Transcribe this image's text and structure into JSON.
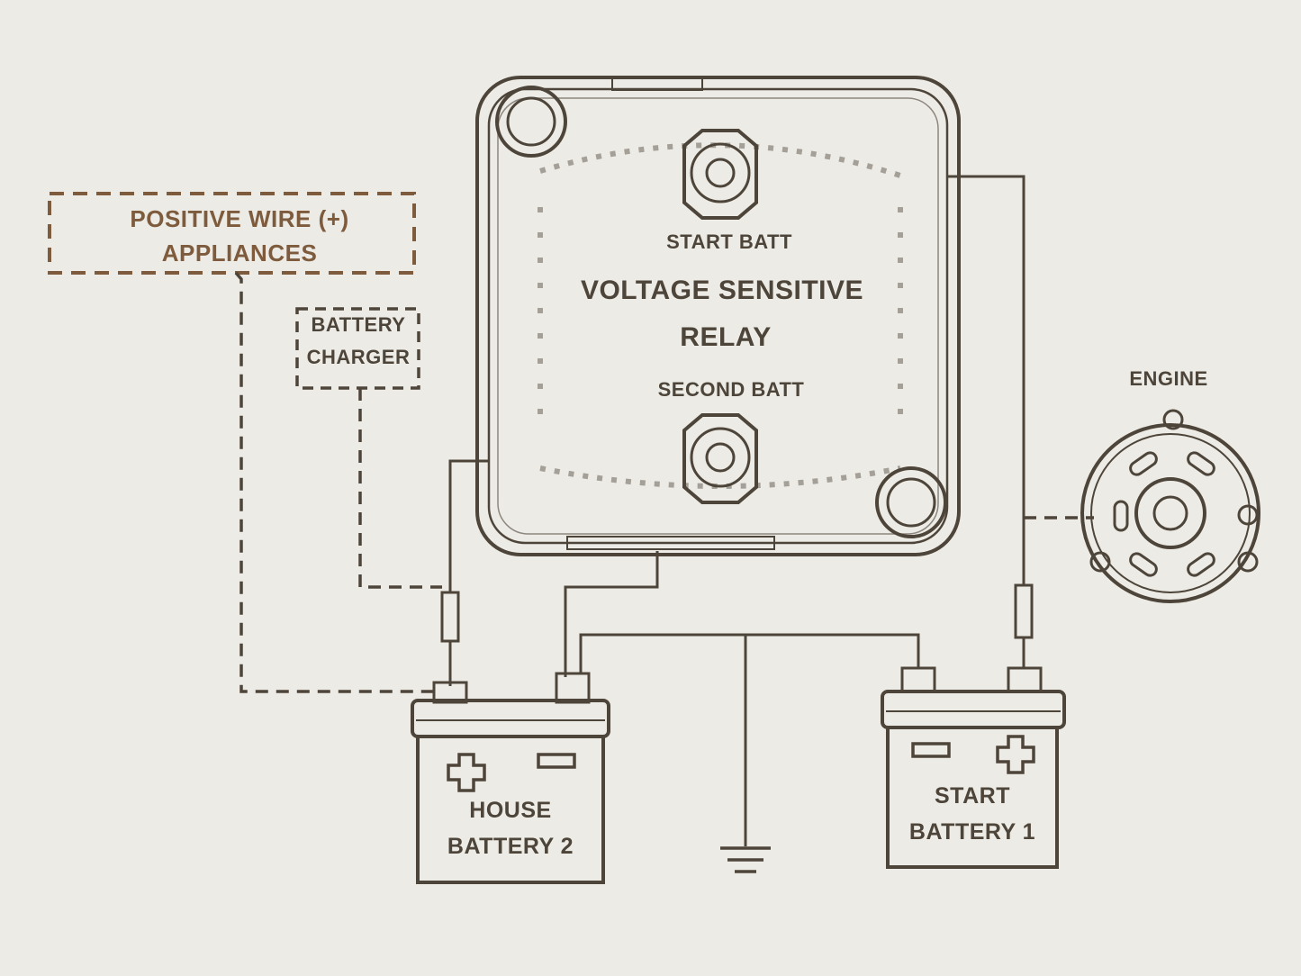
{
  "relay": {
    "start_terminal_label": "START BATT",
    "title_line1": "VOLTAGE SENSITIVE",
    "title_line2": "RELAY",
    "second_terminal_label": "SECOND BATT"
  },
  "appliances": {
    "line1": "POSITIVE WIRE (+)",
    "line2": "APPLIANCES"
  },
  "charger": {
    "line1": "BATTERY",
    "line2": "CHARGER"
  },
  "engine": {
    "label": "ENGINE"
  },
  "house_battery": {
    "line1": "HOUSE",
    "line2": "BATTERY 2",
    "plus_symbol": "+",
    "minus_symbol": "−"
  },
  "start_battery": {
    "line1": "START",
    "line2": "BATTERY 1",
    "plus_symbol": "+",
    "minus_symbol": "−"
  },
  "colors": {
    "ink": "#4e453a",
    "brown": "#7d5b3c",
    "paper": "#ecebe6"
  }
}
